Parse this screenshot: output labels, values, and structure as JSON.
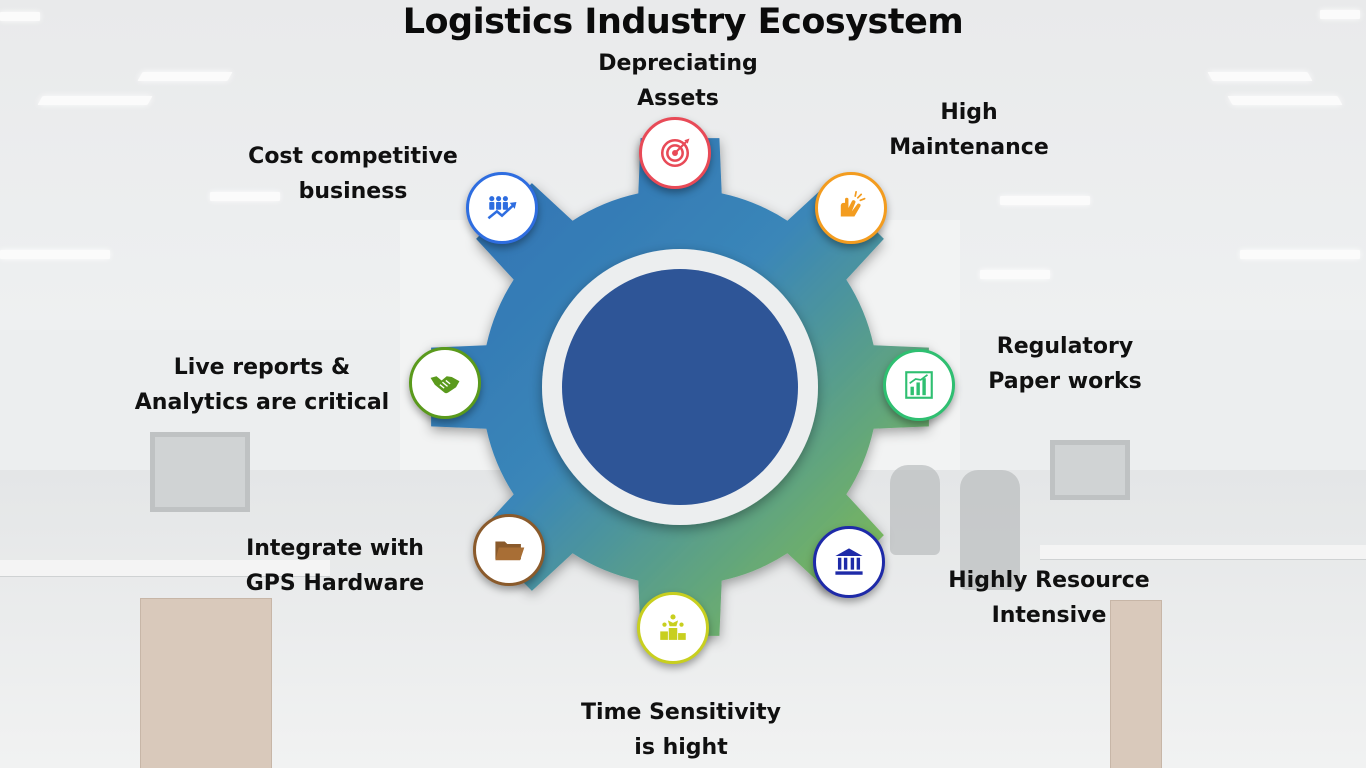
{
  "title": "Logistics Industry Ecosystem",
  "colors": {
    "gear_top": "#2f6fb3",
    "gear_bottom": "#8cc63f",
    "hub": "#2e5597",
    "hub_ring": "#eceeef"
  },
  "nodes": [
    {
      "key": "depreciating",
      "icon": "target-icon",
      "color": "#e84a57",
      "line1": "Depreciating",
      "line2": "Assets"
    },
    {
      "key": "maintenance",
      "icon": "hands-icon",
      "color": "#f39c1f",
      "line1": "High",
      "line2": "Maintenance"
    },
    {
      "key": "regulatory",
      "icon": "bar-chart-icon",
      "color": "#2fbf71",
      "line1": "Regulatory",
      "line2": "Paper works"
    },
    {
      "key": "resource",
      "icon": "bank-icon",
      "color": "#1e2aa8",
      "line1": "Highly Resource",
      "line2": "Intensive"
    },
    {
      "key": "time",
      "icon": "podium-icon",
      "color": "#c8cf1f",
      "line1": "Time  Sensitivity",
      "line2": "is hight"
    },
    {
      "key": "gps",
      "icon": "folder-icon",
      "color": "#8a5a2b",
      "line1": "Integrate with",
      "line2": "GPS Hardware"
    },
    {
      "key": "reports",
      "icon": "handshake-icon",
      "color": "#5a9a1c",
      "line1": "Live reports &",
      "line2": "Analytics are critical"
    },
    {
      "key": "cost",
      "icon": "team-growth-icon",
      "color": "#2e6de0",
      "line1": "Cost competitive",
      "line2": "business"
    }
  ]
}
